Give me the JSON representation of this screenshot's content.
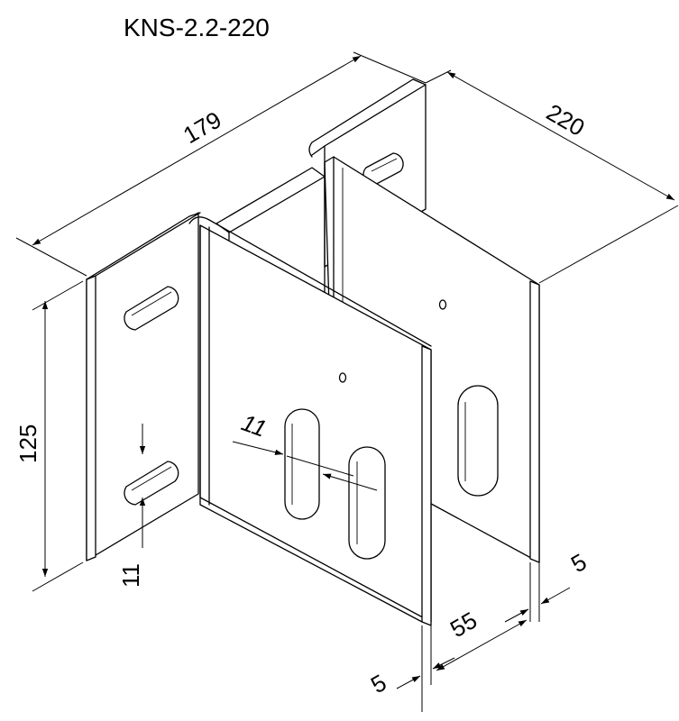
{
  "title": "KNS-2.2-220",
  "dimensions": {
    "length": "179",
    "depth": "220",
    "height": "125",
    "slot_width_vertical": "11",
    "slot_width_front": "11",
    "thickness_right": "5",
    "thickness_front": "5",
    "gap": "55"
  }
}
